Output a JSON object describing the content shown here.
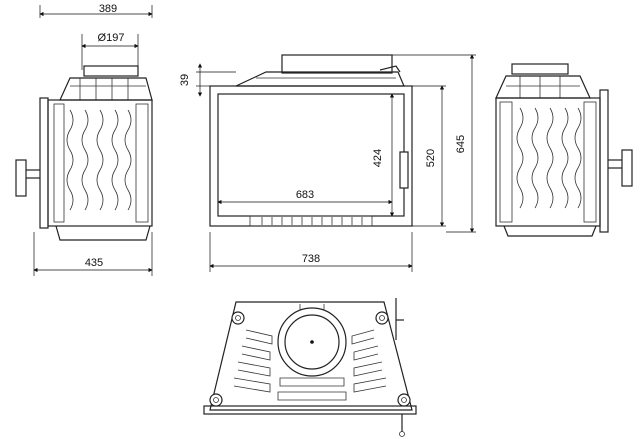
{
  "dimensions": {
    "side_depth_top": "389",
    "flue_diameter": "Ø197",
    "side_depth_bottom": "435",
    "top_height_offset": "39",
    "glass_height": "424",
    "door_height": "520",
    "total_height": "645",
    "glass_width": "683",
    "total_width": "738"
  },
  "colors": {
    "line": "#222222",
    "background": "#ffffff"
  },
  "icons": [
    "side-view-left",
    "front-view",
    "side-view-right",
    "top-view"
  ]
}
